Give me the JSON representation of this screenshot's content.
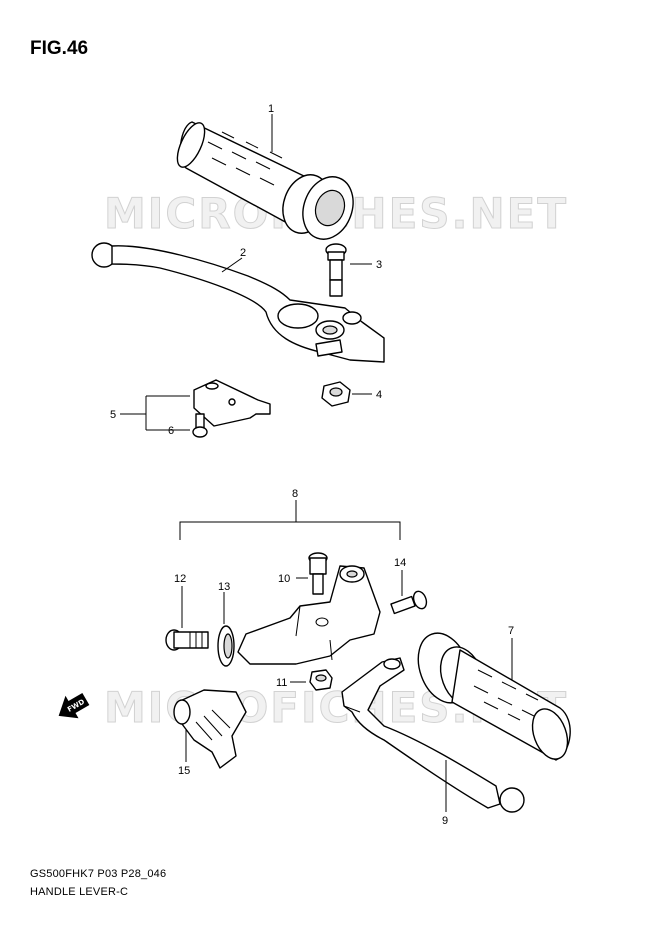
{
  "figure": {
    "title": "FIG.46",
    "footer_code": "GS500FHK7 P03 P28_046",
    "footer_name": "HANDLE LEVER-C"
  },
  "watermark": "MICROFICHES.NET",
  "direction_arrow": {
    "label": "FWD",
    "icon": "fwd-arrow-icon"
  },
  "callouts": [
    "1",
    "2",
    "3",
    "4",
    "5",
    "6",
    "8",
    "10",
    "11",
    "12",
    "13",
    "14",
    "7",
    "9",
    "15"
  ]
}
